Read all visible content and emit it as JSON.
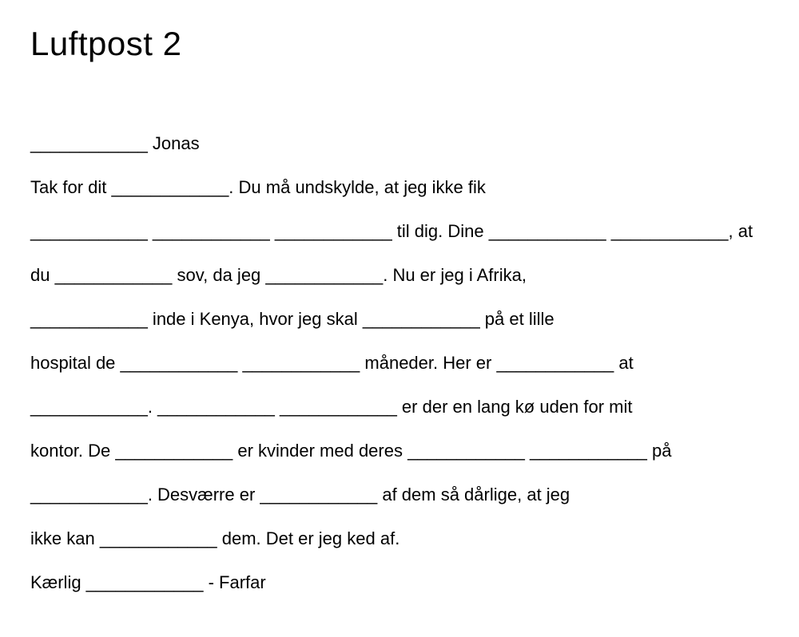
{
  "title": "Luftpost 2",
  "letter": {
    "lines": [
      "____________ Jonas",
      "Tak for dit ____________. Du må undskylde, at jeg ikke fik",
      "____________ ____________ ____________ til dig. Dine ____________ ____________, at",
      "du ____________ sov, da jeg ____________. Nu er jeg i Afrika,",
      "____________ inde i Kenya, hvor jeg skal ____________ på et lille",
      "hospital de ____________ ____________ måneder. Her er ____________ at",
      "____________. ____________ ____________ er der en lang kø uden for mit",
      "kontor. De ____________ er kvinder med deres ____________ ____________ på",
      "____________. Desværre er ____________ af dem så dårlige, at jeg",
      "ikke kan ____________ dem. Det er jeg ked af.",
      "Kærlig ____________ - Farfar"
    ]
  }
}
